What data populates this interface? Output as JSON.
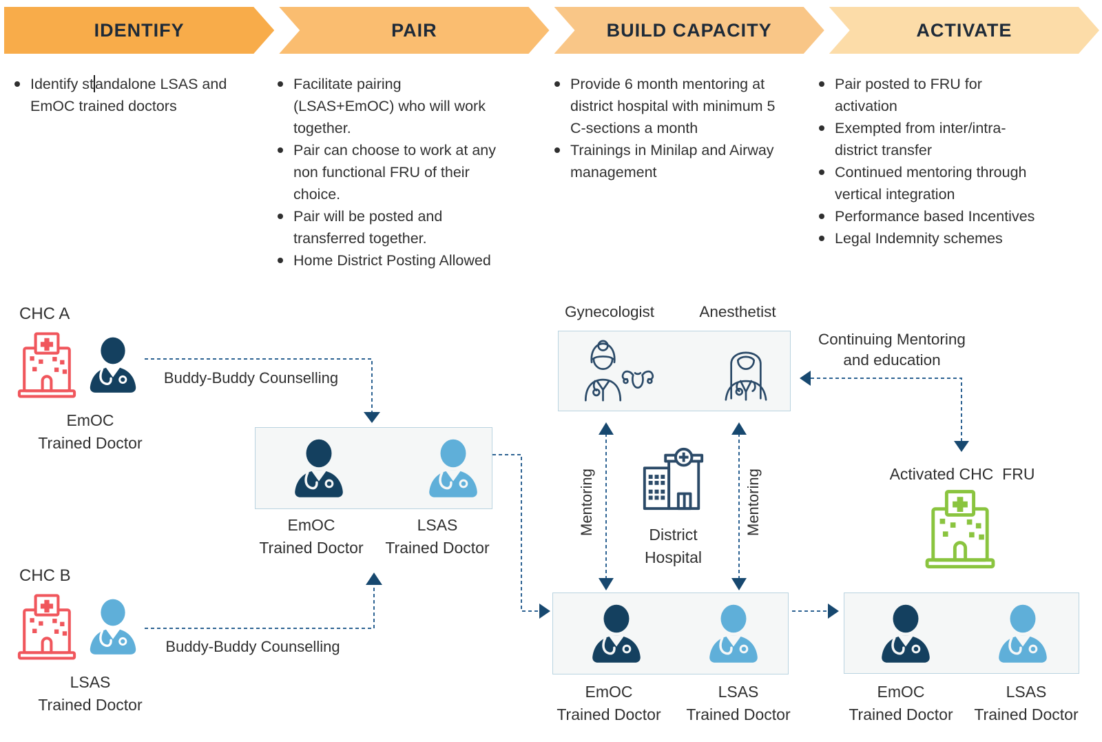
{
  "stages": [
    {
      "label": "IDENTIFY",
      "color": "#F8AC4A",
      "bullets": [
        {
          "before": "Identify st",
          "after": "andalone LSAS and EmOC trained doctors"
        }
      ]
    },
    {
      "label": "PAIR",
      "color": "#FABD70",
      "bullets": [
        "Facilitate pairing (LSAS+EmOC) who will work together.",
        "Pair can choose to work at any non functional FRU of their choice.",
        "Pair will be posted and transferred together.",
        "Home District Posting Allowed"
      ]
    },
    {
      "label": "BUILD CAPACITY",
      "color": "#F9C687",
      "bullets": [
        "Provide 6 month mentoring at district hospital with minimum 5 C-sections a month",
        "Trainings in Minilap and Airway management"
      ]
    },
    {
      "label": "ACTIVATE",
      "color": "#FCDCA8",
      "bullets": [
        "Pair posted to FRU for activation",
        "Exempted from inter/intra-district transfer",
        "Continued mentoring through vertical integration",
        "Performance based Incentives",
        "Legal Indemnity schemes"
      ]
    }
  ],
  "flow": {
    "chc_a": {
      "name": "CHC A",
      "doctor_line1": "EmOC",
      "doctor_line2": "Trained Doctor"
    },
    "chc_b": {
      "name": "CHC B",
      "doctor_line1": "LSAS",
      "doctor_line2": "Trained Doctor"
    },
    "buddy_counselling_top": "Buddy-Buddy Counselling",
    "buddy_counselling_bottom": "Buddy-Buddy Counselling",
    "pair_box": {
      "left_line1": "EmOC",
      "left_line2": "Trained Doctor",
      "right_line1": "LSAS",
      "right_line2": "Trained Doctor"
    },
    "specialists": {
      "left": "Gynecologist",
      "right": "Anesthetist"
    },
    "district_hospital": {
      "line1": "District",
      "line2": "Hospital"
    },
    "mentoring_left": "Mentoring",
    "mentoring_right": "Mentoring",
    "continuing_mentoring": {
      "line1": "Continuing Mentoring",
      "line2": "and education"
    },
    "activated_fru": "Activated CHC  FRU",
    "dh_pair_box": {
      "left_line1": "EmOC",
      "left_line2": "Trained Doctor",
      "right_line1": "LSAS",
      "right_line2": "Trained Doctor"
    },
    "fru_pair_box": {
      "left_line1": "EmOC",
      "left_line2": "Trained Doctor",
      "right_line1": "LSAS",
      "right_line2": "Trained Doctor"
    }
  },
  "colors": {
    "stage_text": "#1E2A38",
    "navy_doctor": "#14405F",
    "light_blue_doctor": "#5FAFD9",
    "red_hospital": "#F0565C",
    "green_hospital": "#8AC43F",
    "line_art": "#2B4A68",
    "dashed_line": "#2B6191",
    "arrowhead": "#17486F",
    "box_fill": "#F5F7F7",
    "box_border": "#B9D3E0"
  }
}
